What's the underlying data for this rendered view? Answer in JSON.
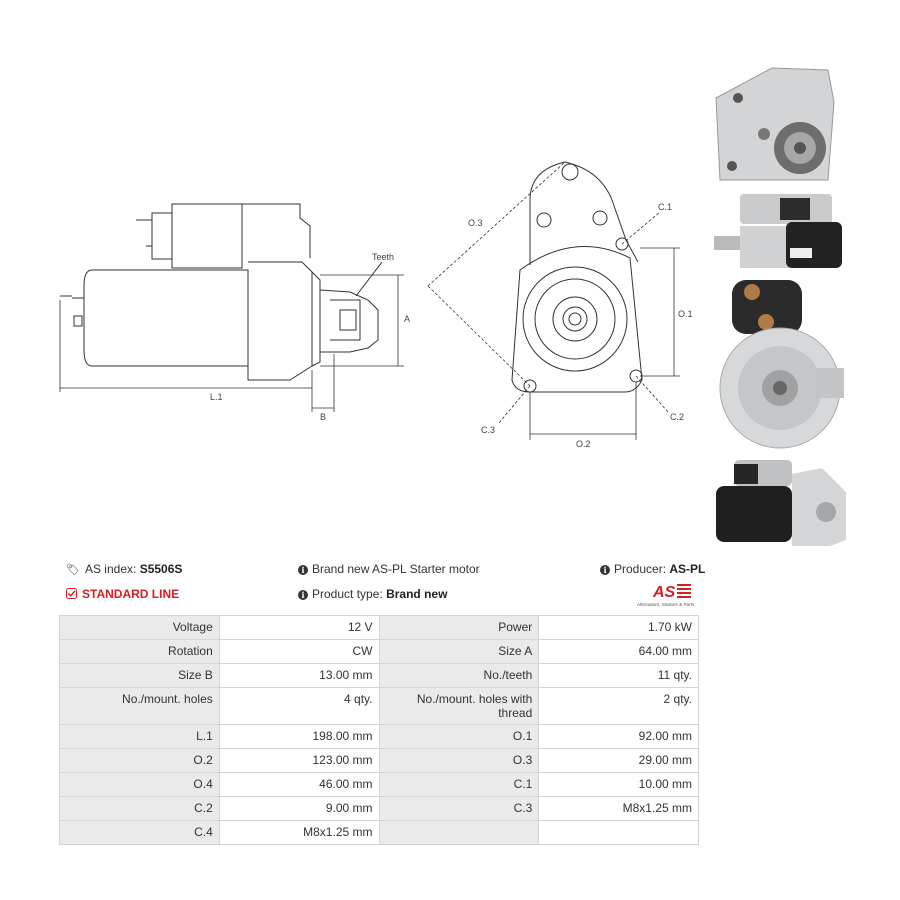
{
  "header": {
    "as_index_label": "AS index:",
    "as_index_value": "S5506S",
    "standard_line": "STANDARD LINE",
    "description": "Brand new AS-PL Starter motor",
    "product_type_label": "Product type:",
    "product_type_value": "Brand new",
    "producer_label": "Producer:",
    "producer_value": "AS-PL",
    "logo_text": "AS",
    "logo_tagline": "Alternators, Starters & Parts"
  },
  "drawing_labels": {
    "teeth": "Teeth",
    "a": "A",
    "l1": "L.1",
    "b": "B",
    "o3": "O.3",
    "c1": "C.1",
    "o1": "O.1",
    "c2": "C.2",
    "c3": "C.3",
    "o2": "O.2"
  },
  "specs": [
    [
      "Voltage",
      "12 V",
      "Power",
      "1.70 kW"
    ],
    [
      "Rotation",
      "CW",
      "Size A",
      "64.00 mm"
    ],
    [
      "Size B",
      "13.00 mm",
      "No./teeth",
      "11 qty."
    ],
    [
      "No./mount. holes",
      "4 qty.",
      "No./mount. holes with thread",
      "2 qty."
    ],
    [
      "L.1",
      "198.00 mm",
      "O.1",
      "92.00 mm"
    ],
    [
      "O.2",
      "123.00 mm",
      "O.3",
      "29.00 mm"
    ],
    [
      "O.4",
      "46.00 mm",
      "C.1",
      "10.00 mm"
    ],
    [
      "C.2",
      "9.00 mm",
      "C.3",
      "M8x1.25 mm"
    ],
    [
      "C.4",
      "M8x1.25 mm",
      "",
      ""
    ]
  ],
  "colors": {
    "accent": "#d32027",
    "label_bg": "#eaeaea",
    "border": "#d5d5d5"
  },
  "icons": {
    "tag": "tag-icon",
    "check": "check-square-icon",
    "info": "info-icon"
  }
}
